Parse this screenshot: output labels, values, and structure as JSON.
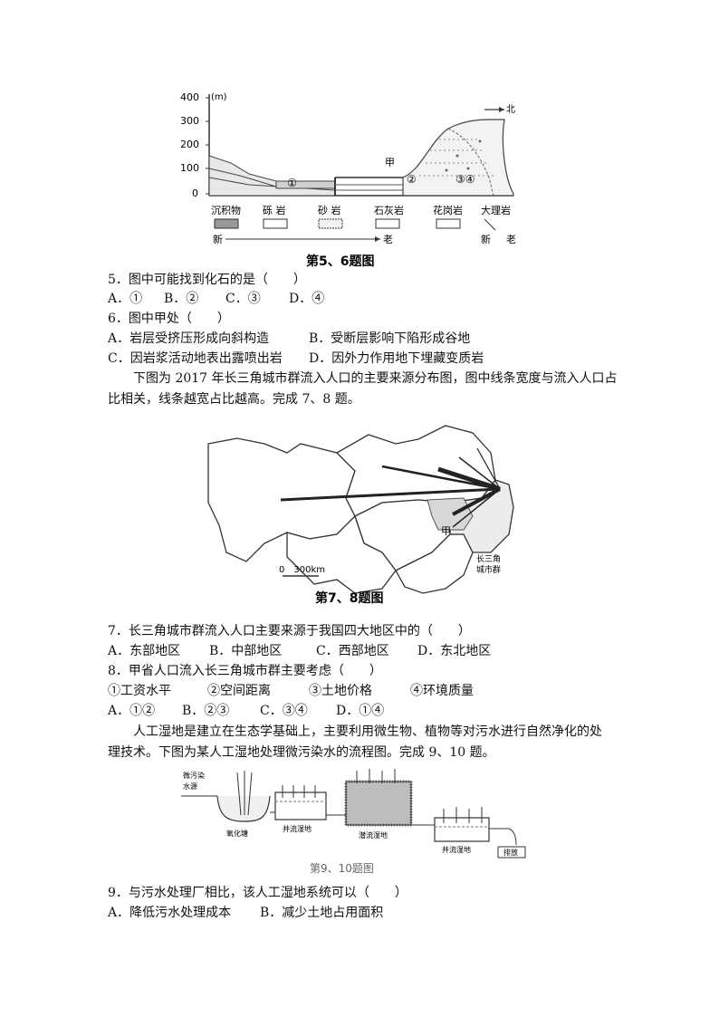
{
  "fig56": {
    "unit": "(m)",
    "y_ticks": [
      "400",
      "300",
      "200",
      "100",
      "0"
    ],
    "label_jia": "甲",
    "north": "北",
    "nums": [
      "①",
      "②",
      "③④"
    ],
    "legend": [
      "沉积物",
      "砾 岩",
      "砂 岩",
      "石灰岩",
      "花岗岩",
      "大理岩"
    ],
    "age_new": "新",
    "age_old": "老",
    "age_new2": "新",
    "age_old2": "老",
    "caption": "第5、6题图"
  },
  "q5": {
    "stem": "5．图中可能找到化石的是（　　）",
    "options": [
      "A．①",
      "B．②",
      "C．③",
      "D．④"
    ]
  },
  "q6": {
    "stem": "6．图中甲处（　　）",
    "options": [
      "A．岩层受挤压形成向斜构造",
      "B．受断层影响下陷形成谷地",
      "C．因岩浆活动地表出露喷出岩",
      "D．因外力作用地下埋藏变质岩"
    ]
  },
  "intro78": {
    "line1": "下图为 2017 年长三角城市群流入人口的主要来源分布图，图中线条宽度与流入人口占",
    "line2": "比相关，线条越宽占比越高。完成 7、8 题。"
  },
  "fig78": {
    "scale": "0　300km",
    "label_jia": "甲",
    "label_yrd": [
      "长三角",
      "城市群"
    ],
    "caption": "第7、8题图"
  },
  "q7": {
    "stem": "7．长三角城市群流入人口主要来源于我国四大地区中的（　　）",
    "options": [
      "A．东部地区",
      "B．中部地区",
      "C．西部地区",
      "D．东北地区"
    ]
  },
  "q8": {
    "stem": "8．甲省人口流入长三角城市群主要考虑（　　）",
    "items": [
      "①工资水平",
      "②空间距离",
      "③土地价格",
      "④环境质量"
    ],
    "options": [
      "A．①②",
      "B．②③",
      "C．③④",
      "D．①④"
    ]
  },
  "intro910": {
    "line1": "人工湿地是建立在生态学基础上，主要利用微生物、植物等对污水进行自然净化的处",
    "line2": "理技术。下图为某人工湿地处理微污染水的流程图。完成 9、10 题。"
  },
  "fig910": {
    "source": [
      "微污染",
      "水源"
    ],
    "stages": [
      "氧化塘",
      "并流湿地",
      "潜流湿地",
      "并流湿地",
      "排放"
    ],
    "caption": "第9、10题图"
  },
  "q9": {
    "stem": "9．与污水处理厂相比，该人工湿地系统可以（　　）",
    "options": [
      "A．降低污水处理成本",
      "B．减少土地占用面积"
    ]
  }
}
